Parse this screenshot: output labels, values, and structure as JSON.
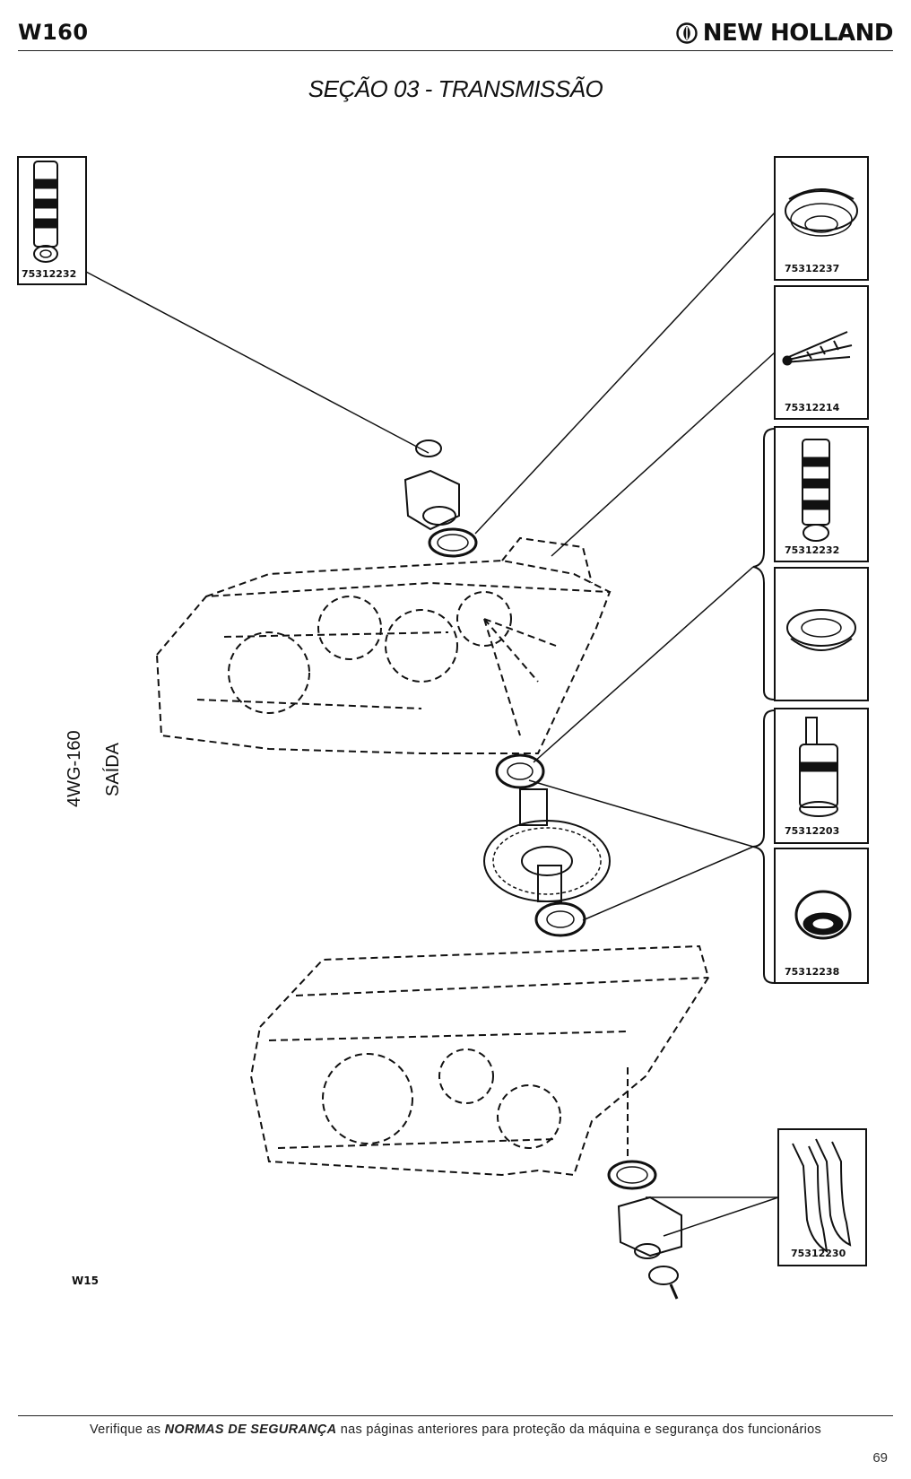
{
  "header": {
    "model": "W160",
    "brand": "NEW HOLLAND"
  },
  "section_title": "SEÇÃO 03 - TRANSMISSÃO",
  "side_labels": {
    "model": "4WG-160",
    "subsection": "SAÍDA"
  },
  "figure_id": "W15",
  "tools": [
    {
      "part_no": "75312232"
    },
    {
      "part_no": "75312237"
    },
    {
      "part_no": "75312214"
    },
    {
      "part_no": "75312232"
    },
    {
      "part_no": ""
    },
    {
      "part_no": "75312203"
    },
    {
      "part_no": "75312238"
    },
    {
      "part_no": "75312230"
    }
  ],
  "footer": {
    "note_before": "Verifique as ",
    "note_emphasis": "NORMAS DE SEGURANÇA",
    "note_after": " nas páginas anteriores para proteção da máquina e segurança dos funcionários",
    "page_number": "69"
  }
}
